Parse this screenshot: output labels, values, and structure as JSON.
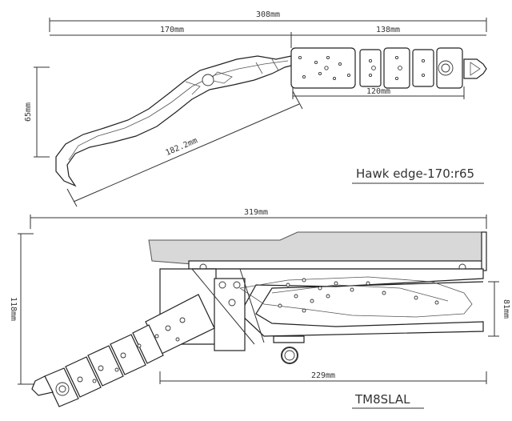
{
  "top_view": {
    "dim_overall": "308mm",
    "dim_blade": "170mm",
    "dim_handle": "138mm",
    "dim_grip": "120mm",
    "dim_height": "65mm",
    "dim_diag": "182.2mm",
    "caption": "Hawk edge-170:r65"
  },
  "bottom_view": {
    "dim_overall": "319mm",
    "dim_height": "118mm",
    "dim_right": "81mm",
    "dim_base": "229mm",
    "caption": "TM8SLAL"
  }
}
